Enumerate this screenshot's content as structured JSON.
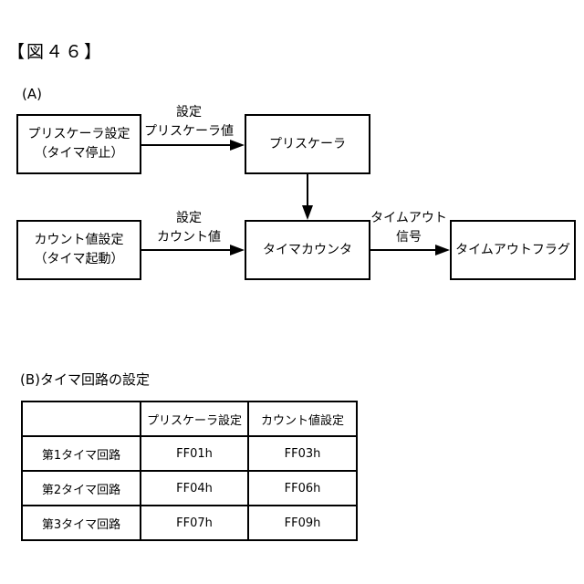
{
  "figure": {
    "title": "【図４６】",
    "colors": {
      "background": "#ffffff",
      "line": "#000000",
      "text": "#000000"
    }
  },
  "sectionA": {
    "label": "(A)",
    "boxes": {
      "prescaler_setting": {
        "line1": "プリスケーラ設定",
        "line2": "（タイマ停止）"
      },
      "prescaler": {
        "label": "プリスケーラ"
      },
      "count_setting": {
        "line1": "カウント値設定",
        "line2": "（タイマ起動）"
      },
      "timer_counter": {
        "label": "タイマカウンタ"
      },
      "timeout_flag": {
        "label": "タイムアウトフラグ"
      }
    },
    "arrow_labels": {
      "set_prescaler": {
        "line1": "設定",
        "line2": "プリスケーラ値"
      },
      "set_count": {
        "line1": "設定",
        "line2": "カウント値"
      },
      "timeout_signal": {
        "line1": "タイムアウト",
        "line2": "信号"
      }
    }
  },
  "sectionB": {
    "label": "(B)タイマ回路の設定",
    "table": {
      "headers": [
        "",
        "プリスケーラ設定",
        "カウント値設定"
      ],
      "rows": [
        {
          "name": "第1タイマ回路",
          "prescaler": "FF01h",
          "count": "FF03h"
        },
        {
          "name": "第2タイマ回路",
          "prescaler": "FF04h",
          "count": "FF06h"
        },
        {
          "name": "第3タイマ回路",
          "prescaler": "FF07h",
          "count": "FF09h"
        }
      ]
    }
  }
}
